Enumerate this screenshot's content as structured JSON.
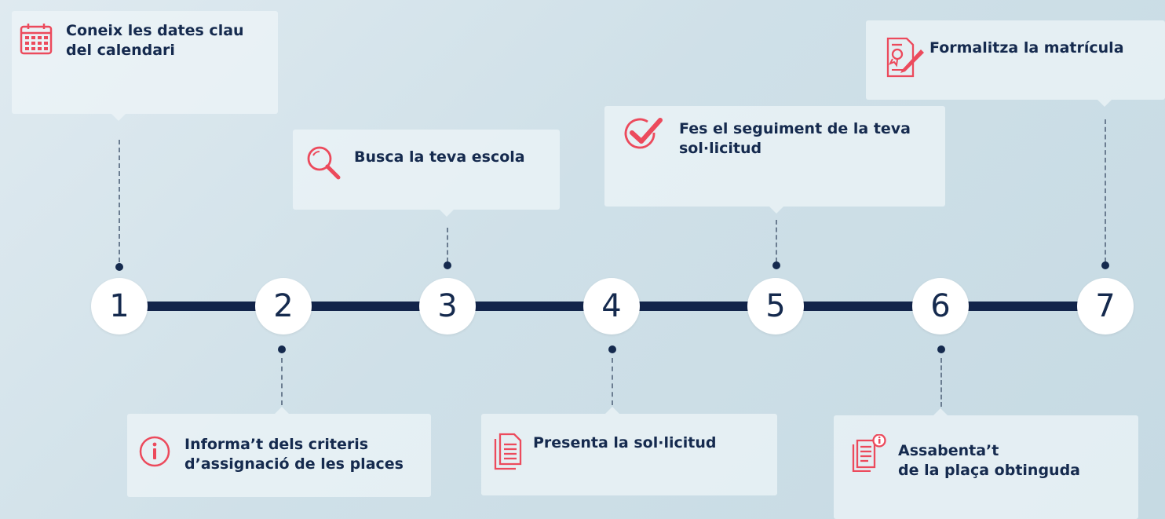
{
  "colors": {
    "navy": "#152a4e",
    "accent": "#ec4a5c",
    "card": "#eef5f8"
  },
  "steps": [
    {
      "number": "1",
      "label": "Coneix les dates clau\ndel calendari",
      "icon": "calendar-icon",
      "position": "top"
    },
    {
      "number": "2",
      "label": "Informa’t dels criteris\nd’assignació de les places",
      "icon": "info-icon",
      "position": "bottom"
    },
    {
      "number": "3",
      "label": "Busca la teva escola",
      "icon": "search-icon",
      "position": "top"
    },
    {
      "number": "4",
      "label": "Presenta la sol·licitud",
      "icon": "document-icon",
      "position": "bottom"
    },
    {
      "number": "5",
      "label": "Fes el seguiment de la teva\nsol·licitud",
      "icon": "check-circle-icon",
      "position": "top"
    },
    {
      "number": "6",
      "label": "Assabenta’t\nde la plaça obtinguda",
      "icon": "document-info-icon",
      "position": "bottom"
    },
    {
      "number": "7",
      "label": "Formalitza la matrícula",
      "icon": "signed-document-icon",
      "position": "top"
    }
  ]
}
